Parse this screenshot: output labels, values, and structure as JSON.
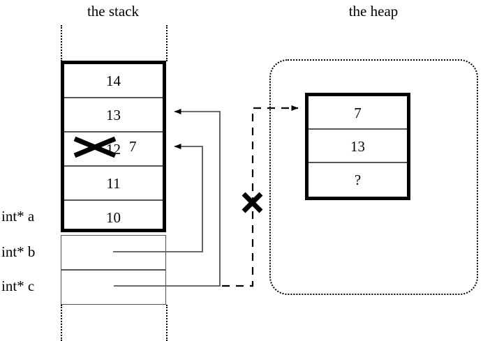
{
  "titles": {
    "stack": "the stack",
    "heap": "the heap"
  },
  "stack": {
    "frame_cells": [
      {
        "value": "14",
        "struck": false
      },
      {
        "value": "13",
        "struck": false
      },
      {
        "value": "12",
        "struck": true
      },
      {
        "value": "11",
        "struck": false
      },
      {
        "value": "10",
        "struck": false
      }
    ],
    "replacement_value": "7",
    "pointer_rows": [
      {
        "label": "int* b"
      },
      {
        "label": "int* c"
      }
    ],
    "labels": [
      {
        "name": "int* a"
      },
      {
        "name": "int* b"
      },
      {
        "name": "int* c"
      }
    ]
  },
  "heap": {
    "cells": [
      "7",
      "13",
      "?"
    ]
  },
  "marks": {
    "cross_symbol": "✕",
    "dangling_cross_label": "dangling-pointer-cross",
    "struck_value_cross_label": "struck-value-cross"
  },
  "colors": {
    "ink": "#000000",
    "rule": "#555555",
    "background": "#ffffff"
  }
}
